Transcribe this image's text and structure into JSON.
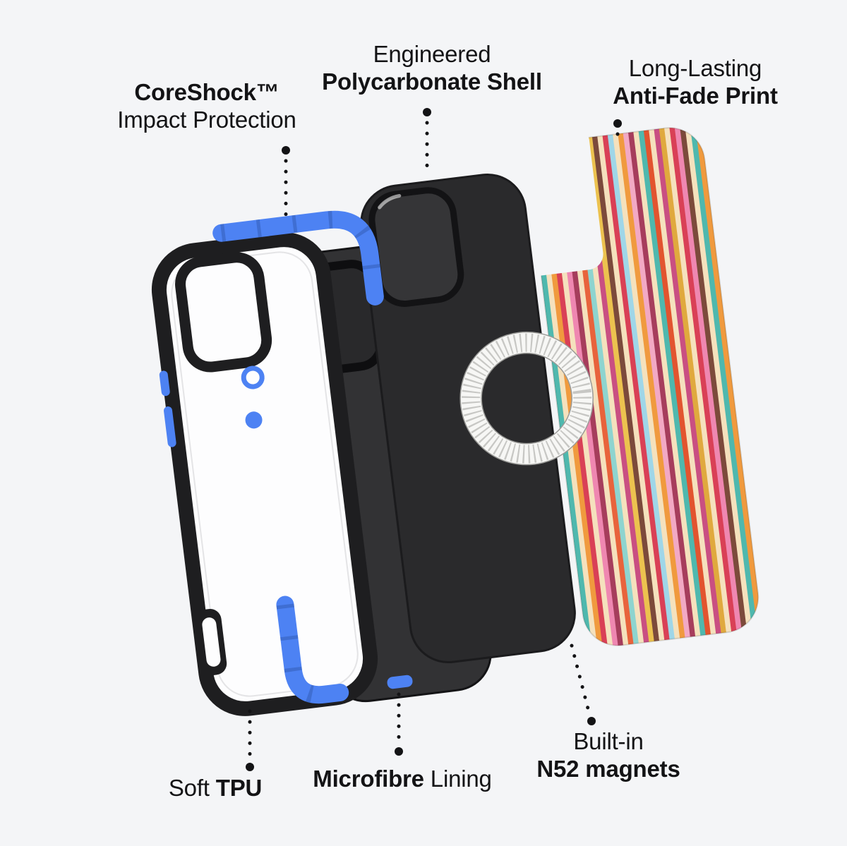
{
  "labels": {
    "coreshock": {
      "line1": "CoreShock™",
      "line2": "Impact Protection"
    },
    "polycarbonate": {
      "line1": "Engineered",
      "line2": "Polycarbonate Shell"
    },
    "antifade": {
      "line1": "Long-Lasting",
      "line2": "Anti-Fade Print"
    },
    "soft_tpu": {
      "regular": "Soft",
      "bold": "TPU"
    },
    "microfibre": {
      "bold": "Microfibre",
      "regular": "Lining"
    },
    "magnets": {
      "line1": "Built-in",
      "line2": "N52 magnets"
    }
  },
  "colors": {
    "background": "#f4f5f7",
    "text": "#131315",
    "accent_blue": "#4d82f3",
    "case_black": "#1e1e20",
    "shell_black": "#2a2a2c",
    "lining_gray": "#323234",
    "ring_white": "#f7f7f5",
    "stripe_colors": [
      "#4fb8ae",
      "#f5e1bd",
      "#f09a3e",
      "#d94056",
      "#f5e1bd",
      "#ef87b1",
      "#a63d5c",
      "#f5e1bd",
      "#e8633c",
      "#8ed4cf",
      "#f5e1bd",
      "#c94f82",
      "#ecc24f",
      "#7c4a3b",
      "#f5e1bd",
      "#d94056",
      "#9fd6e8",
      "#f5e1bd",
      "#f09a3e",
      "#f2a9c4",
      "#a63d5c",
      "#f5e1bd",
      "#4fb8ae",
      "#e2542f",
      "#f5e1bd",
      "#c94f82",
      "#e0a93e",
      "#f5e1bd",
      "#d94056",
      "#ef87b1",
      "#7c4a3b",
      "#f5e1bd",
      "#4fb8ae",
      "#f09a3e"
    ]
  }
}
